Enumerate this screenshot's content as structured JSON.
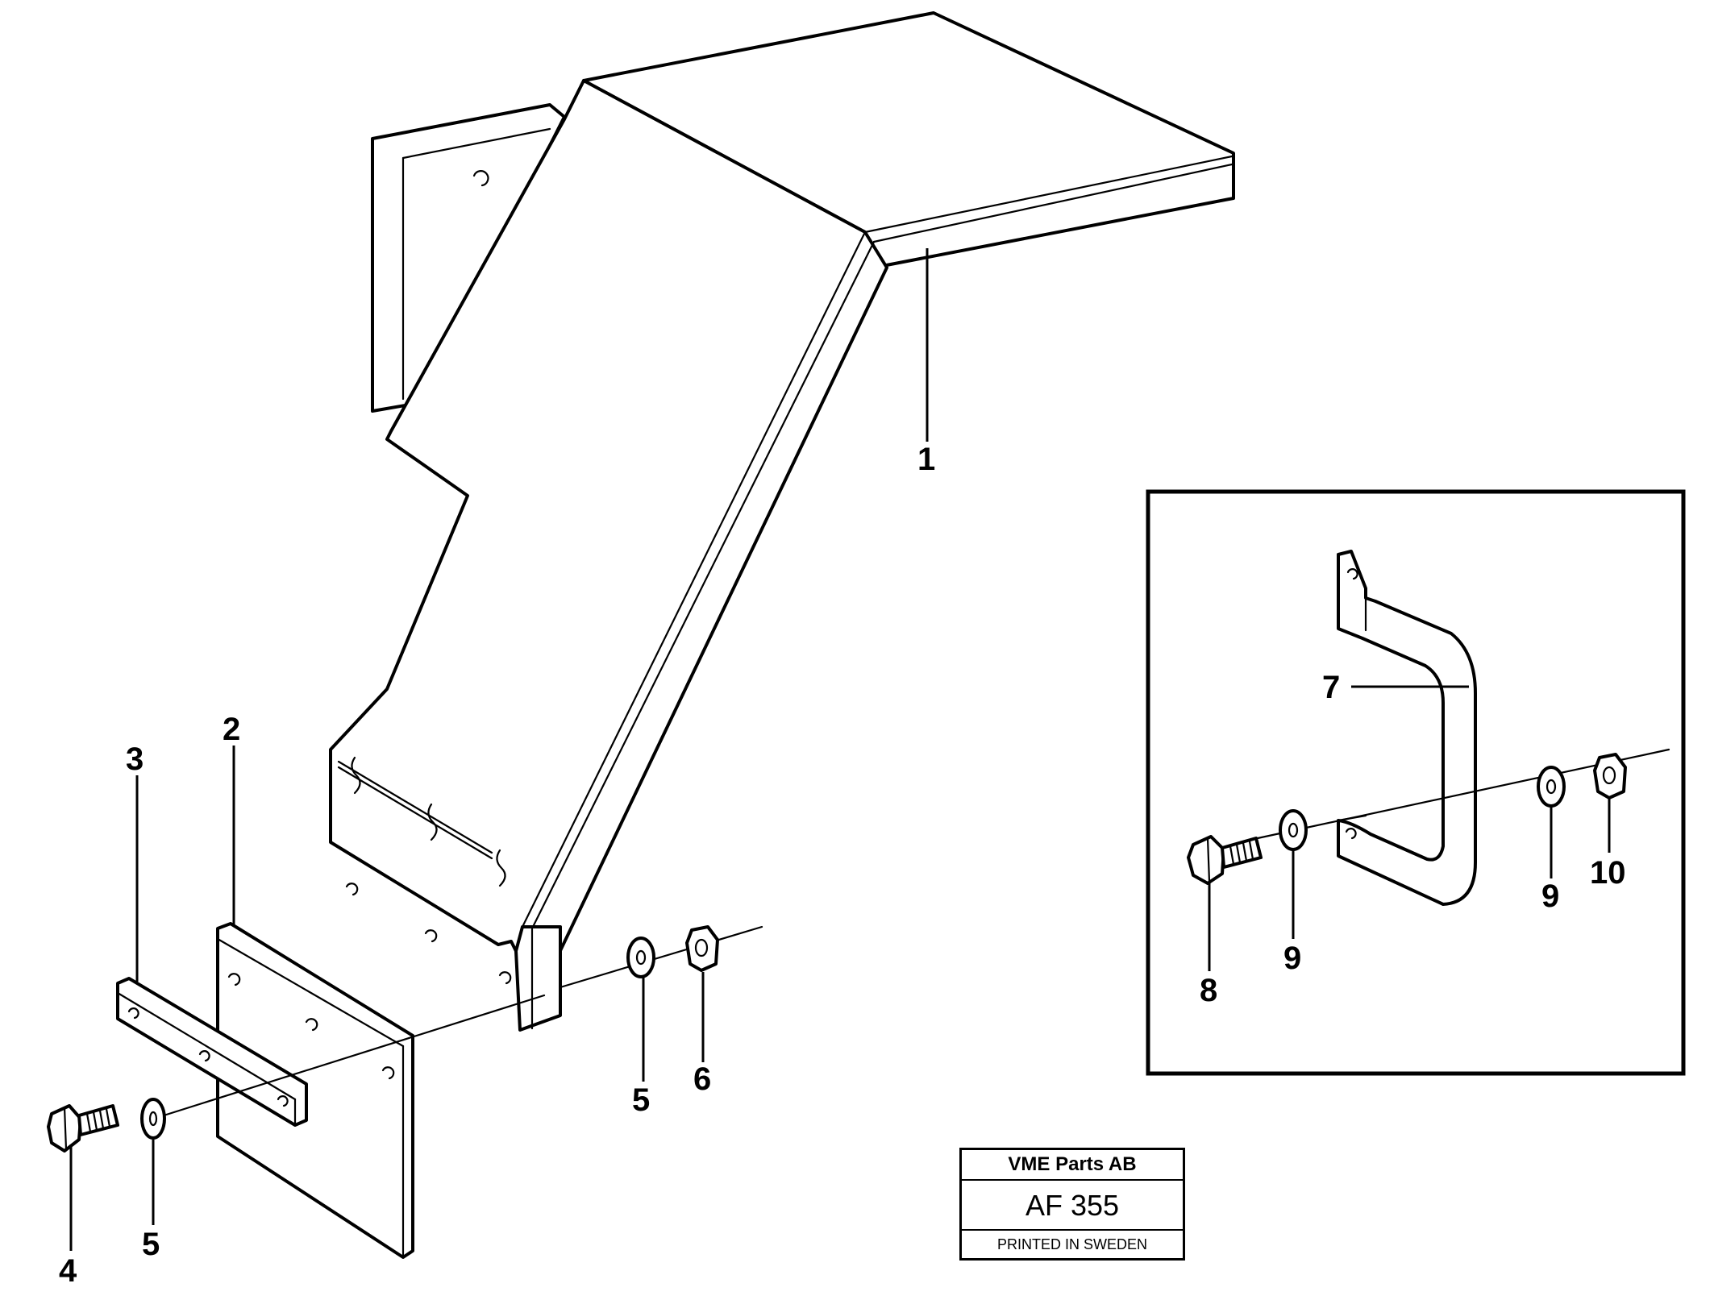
{
  "callouts": {
    "c1": "1",
    "c2": "2",
    "c3": "3",
    "c4": "4",
    "c5a": "5",
    "c5b": "5",
    "c6": "6",
    "c7": "7",
    "c8": "8",
    "c9a": "9",
    "c9b": "9",
    "c10": "10"
  },
  "stamp": {
    "company": "VME Parts AB",
    "code": "AF 355",
    "note": "PRINTED IN SWEDEN"
  }
}
